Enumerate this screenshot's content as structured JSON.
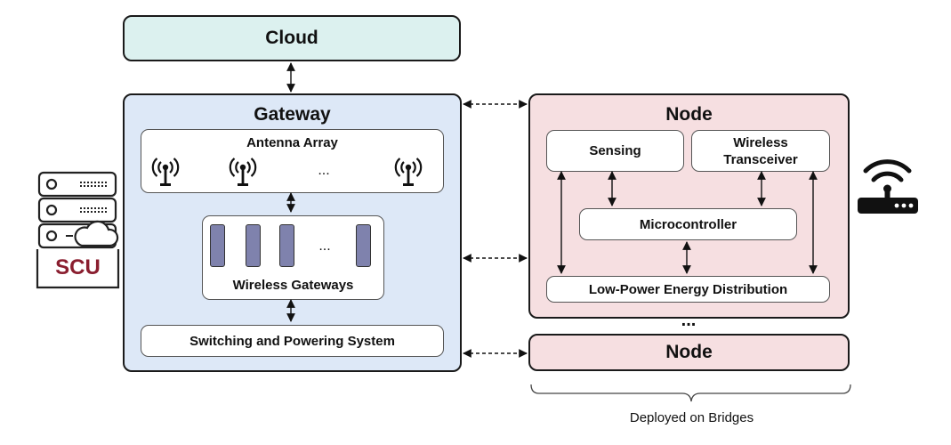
{
  "cloud": {
    "label": "Cloud"
  },
  "gateway": {
    "title": "Gateway",
    "antenna_array": {
      "label": "Antenna Array",
      "ellipsis": "..."
    },
    "wireless_gateways": {
      "label": "Wireless Gateways",
      "ellipsis": "..."
    },
    "switching": {
      "label": "Switching and Powering System"
    }
  },
  "node": {
    "title": "Node",
    "sensing": "Sensing",
    "transceiver_line1": "Wireless",
    "transceiver_line2": "Transceiver",
    "microcontroller": "Microcontroller",
    "energy": "Low-Power Energy Distribution"
  },
  "node_ellipsis": "...",
  "node2": {
    "title": "Node"
  },
  "server": {
    "label": "SCU"
  },
  "footer": {
    "label": "Deployed on Bridges"
  },
  "colors": {
    "cloud_fill": "#dcf1ef",
    "gateway_fill": "#dde8f7",
    "node_fill": "#f6dfe1",
    "scu_text": "#8a1e2f",
    "gateway_bar": "#7f82ad"
  },
  "icons": [
    "antenna-icon",
    "server-rack-icon",
    "cloud-icon",
    "wifi-router-icon"
  ]
}
